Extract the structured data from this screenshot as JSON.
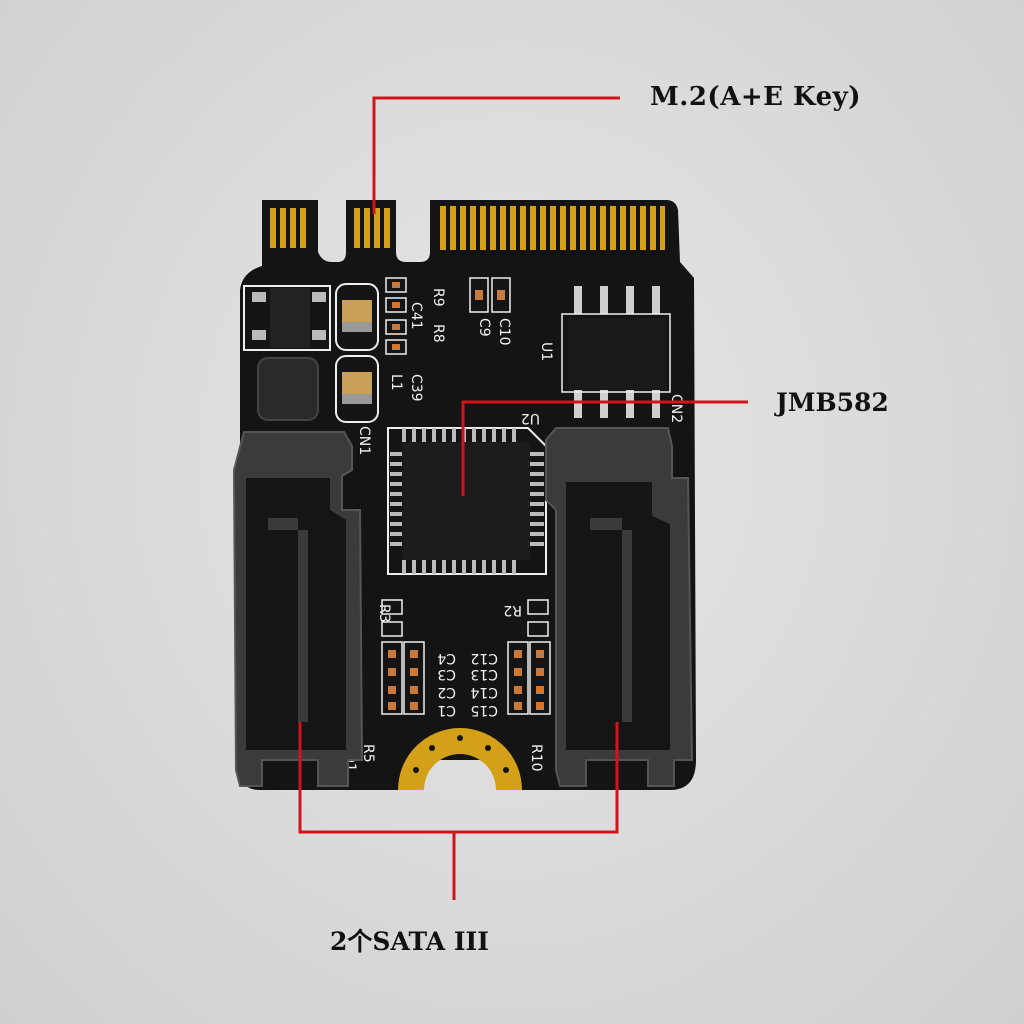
{
  "callouts": {
    "m2_key": "M.2(A+E Key)",
    "controller": "JMB582",
    "ports": "2个SATA III"
  },
  "silkscreen": {
    "u1": "U1",
    "u2": "U2",
    "cn1": "CN1",
    "cn2": "CN2",
    "r9": "R9",
    "r8": "R8",
    "c41": "C41",
    "c39": "C39",
    "l1": "L1",
    "c10": "C10",
    "c9": "C9",
    "r3": "R3",
    "r2": "R2",
    "c4": "C4",
    "c3": "C3",
    "c2": "C2",
    "c1": "C1",
    "c12": "C12",
    "c13": "C13",
    "c14": "C14",
    "c15": "C15",
    "r5": "R5",
    "fd1": "FD1",
    "r10": "R10"
  },
  "colors": {
    "pcb": "#141414",
    "gold": "#d4a017",
    "connector": "#3a3a3a",
    "callout_line": "#d0141c",
    "silkscreen": "#f2f2f2"
  }
}
